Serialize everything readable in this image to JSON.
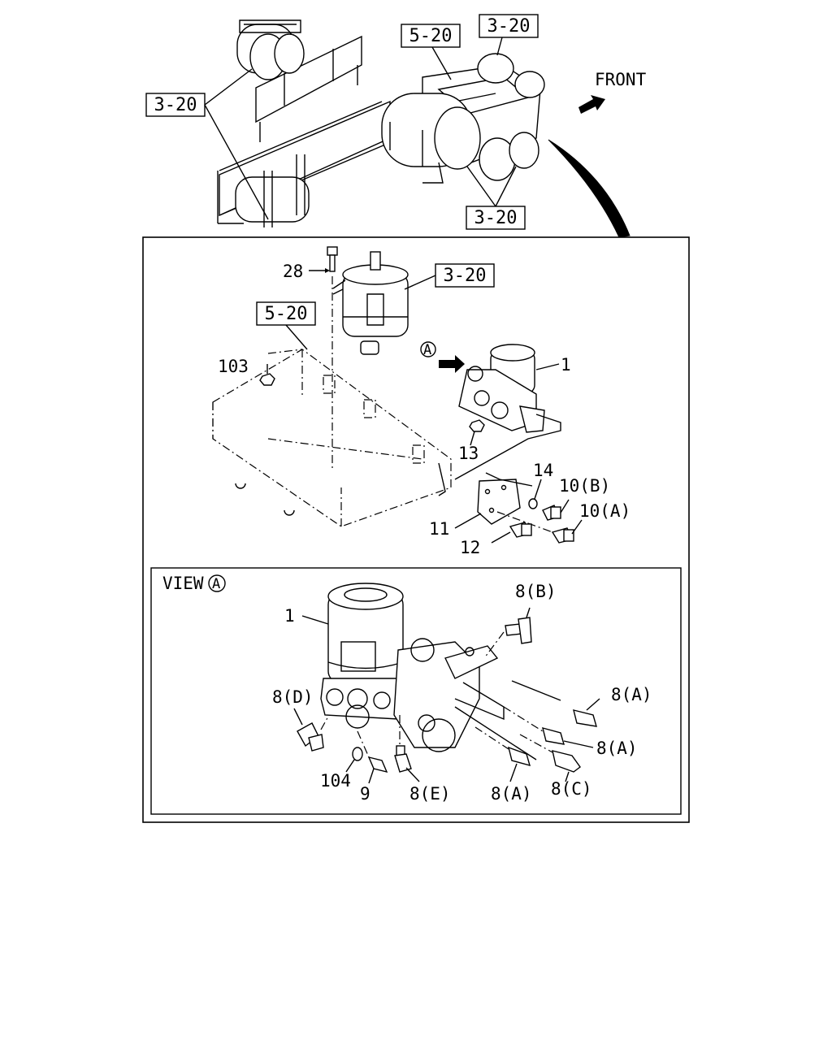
{
  "diagram": {
    "front_label": "FRONT",
    "refs": {
      "top_left": "3-20",
      "top_center": "5-20",
      "top_right": "3-20",
      "top_bottom": "3-20",
      "detail_tank": "3-20",
      "detail_bracket": "5-20"
    },
    "view_marker": "A",
    "view_label": "VIEW",
    "parts": {
      "p28": "28",
      "p103": "103",
      "p1": "1",
      "p13": "13",
      "p14": "14",
      "p10b": "10(B)",
      "p10a": "10(A)",
      "p11": "11",
      "p12": "12"
    },
    "view_parts": {
      "p1": "1",
      "p8b": "8(B)",
      "p8d": "8(D)",
      "p8a_1": "8(A)",
      "p8a_2": "8(A)",
      "p8a_3": "8(A)",
      "p8c": "8(C)",
      "p8e": "8(E)",
      "p104": "104",
      "p9": "9"
    }
  }
}
